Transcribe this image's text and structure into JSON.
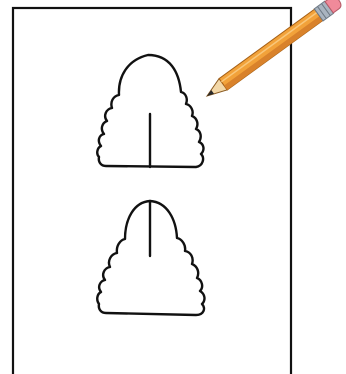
{
  "scene": {
    "background_color": "#ffffff",
    "stroke_color": "#111111",
    "icons": {
      "paper": "blank-sheet",
      "pencil": "pencil-icon",
      "top_drawing": "cloud-shape-with-stem",
      "bottom_drawing": "cloud-shape-with-stem-open"
    },
    "pencil_colors": {
      "body": "#f2a23a",
      "body_shade": "#d9822b",
      "ferrule": "#a9b4c0",
      "eraser": "#f08a9a",
      "wood": "#f3d8a8",
      "lead": "#2a2a2a"
    }
  }
}
